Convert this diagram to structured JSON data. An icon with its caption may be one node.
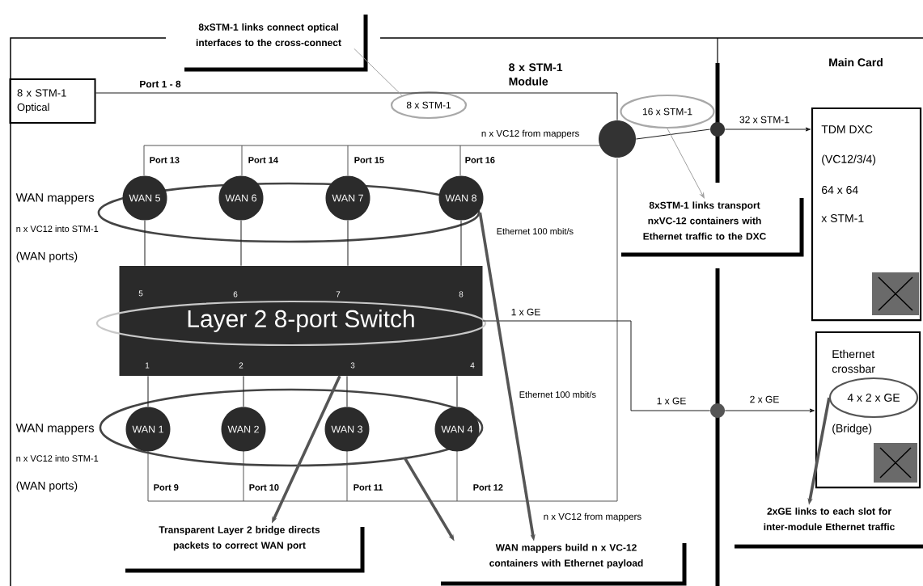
{
  "diagram": {
    "nodes": [
      {
        "text": [
          "8 x STM-1 Optical"
        ]
      },
      {
        "text": [
          "8xSTM-1 links connect optical interfaces to the cross-connect"
        ]
      },
      {
        "text": [
          "8 x STM-1"
        ]
      },
      {
        "text": [],
        "shape": "circle"
      },
      {
        "text": [
          "16 x STM-1"
        ]
      },
      {
        "text": [],
        "shape": "circle"
      },
      {
        "text": [
          "TDM DXC",
          "(VC12/3/4)",
          "64 x 64",
          "x STM-1"
        ]
      },
      {
        "text": [
          "8xSTM-1 links transport nxVC-12 containers with Ethernet traffic to the DXC"
        ]
      },
      {
        "text": [],
        "shape": "ellipse"
      },
      {
        "text": [
          "WAN 5"
        ],
        "in": 8
      },
      {
        "text": [
          "WAN 6"
        ],
        "in": 8
      },
      {
        "text": [
          "WAN 7"
        ],
        "in": 8
      },
      {
        "text": [
          "WAN 8"
        ],
        "in": 8
      },
      {
        "text": [
          "Layer 2 8-port Switch"
        ]
      },
      {
        "text": [],
        "shape": "ellipse"
      },
      {
        "text": [
          "WAN 1"
        ],
        "in": 14
      },
      {
        "text": [
          "WAN 2"
        ],
        "in": 14
      },
      {
        "text": [
          "WAN 3"
        ],
        "in": 14
      },
      {
        "text": [
          "WAN 4"
        ],
        "in": 14
      },
      {
        "text": [],
        "shape": "circle"
      },
      {
        "text": [
          "Ethernet crossbar",
          "(Bridge)"
        ]
      },
      {
        "text": [
          "4 x 2 x GE"
        ],
        "in": 20
      },
      {
        "text": [
          "Transparent Layer 2 bridge directs packets to correct WAN port"
        ]
      },
      {
        "text": [
          "WAN mappers build n x VC-12 containers with Ethernet payload"
        ]
      },
      {
        "text": [
          "2xGE links to each slot for inter-module Ethernet traffic"
        ]
      }
    ],
    "edges": [
      {
        "from": 0,
        "to": 3,
        "arrow": "none",
        "label": "Port 1 - 8"
      },
      {
        "from": 1,
        "to": 2,
        "arrow": "none",
        "color": "#a0a0a0"
      },
      {
        "from": 3,
        "to": 5,
        "arrow": "none"
      },
      {
        "from": 5,
        "to": 6,
        "arrow": "to",
        "label": "32 x STM-1"
      },
      {
        "from": 4,
        "to": 7,
        "arrow": "to",
        "color": "#a0a0a0"
      },
      {
        "from": 9,
        "to": 13,
        "arrow": "none"
      },
      {
        "from": 10,
        "to": 13,
        "arrow": "none"
      },
      {
        "from": 11,
        "to": 13,
        "arrow": "none"
      },
      {
        "from": 12,
        "to": 13,
        "arrow": "none"
      },
      {
        "from": 15,
        "to": 13,
        "arrow": "none"
      },
      {
        "from": 16,
        "to": 13,
        "arrow": "none"
      },
      {
        "from": 17,
        "to": 13,
        "arrow": "none"
      },
      {
        "from": 18,
        "to": 13,
        "arrow": "none"
      },
      {
        "from": 13,
        "to": 19,
        "arrow": "none",
        "label": "1 x GE"
      },
      {
        "from": 19,
        "to": 20,
        "arrow": "to",
        "label": "2 x GE"
      },
      {
        "from": 21,
        "to": 24,
        "arrow": "to",
        "style": "thick",
        "color": "#555555"
      },
      {
        "from": 13,
        "to": 22,
        "arrow": "to",
        "style": "thick",
        "color": "#555555"
      },
      {
        "from": 14,
        "to": 23,
        "arrow": "to",
        "style": "thick",
        "color": "#555555"
      },
      {
        "from": 8,
        "to": 23,
        "arrow": "to",
        "style": "thick",
        "color": "#555555"
      }
    ],
    "labels": [
      "8 x STM-1 Module",
      "Main Card",
      "Port 13",
      "Port 14",
      "Port 15",
      "Port 16",
      "n x VC12 from mappers",
      "WAN mappers",
      "n x VC12 into STM-1",
      "(WAN ports)",
      "Ethernet 100 mbit/s",
      "5",
      "6",
      "7",
      "8",
      "1",
      "2",
      "3",
      "4",
      "Ethernet 100 mbit/s",
      "1 x GE",
      "WAN mappers",
      "n x VC12 into STM-1",
      "(WAN ports)",
      "Port 9",
      "Port 10",
      "Port 11",
      "Port 12",
      "n x VC12 from mappers"
    ]
  }
}
